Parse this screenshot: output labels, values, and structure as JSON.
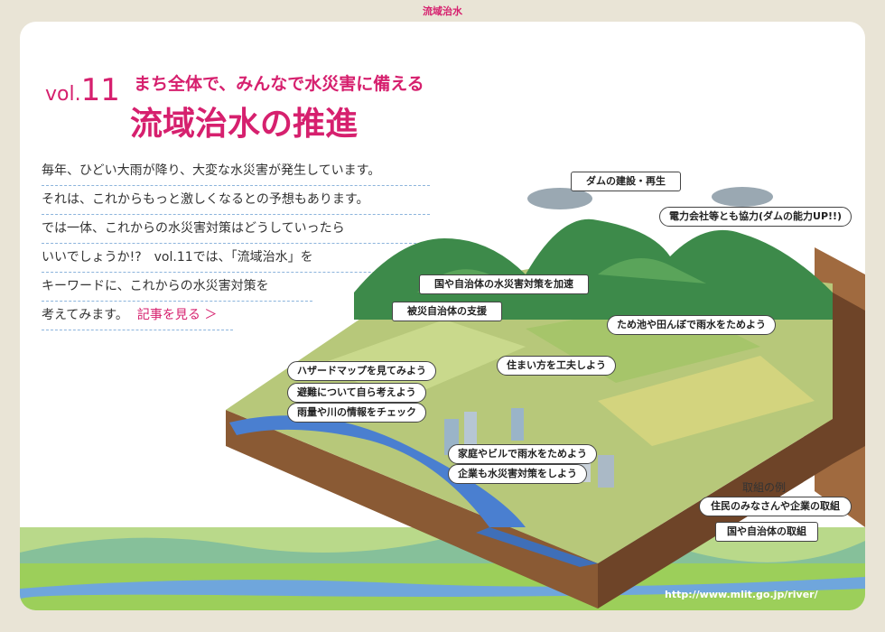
{
  "header_tab": "流域治水",
  "vol_prefix": "vol.",
  "vol_number": "11",
  "subtitle": "まち全体で、みんなで水災害に備える",
  "title": "流域治水の推進",
  "intro_lines": [
    "毎年、ひどい大雨が降り、大変な水災害が発生しています。",
    "それは、これからもっと激しくなるとの予想もあります。",
    "では一体、これからの水災害対策はどうしていったら",
    "いいでしょうか!?　vol.11では、「流域治水」を",
    "キーワードに、これからの水災害対策を",
    "考えてみます。"
  ],
  "more_link": "記事を見る ＞",
  "callouts": {
    "dam": "ダムの建設・再生",
    "power": "電力会社等とも協力(ダムの能力UP!!)",
    "govt": "国や自治体の水災害対策を加速",
    "support": "被災自治体の支援",
    "pond": "ため池や田んぼで雨水をためよう",
    "hazard": "ハザードマップを見てみよう",
    "live": "住まい方を工夫しよう",
    "evac": "避難について自ら考えよう",
    "info": "雨量や川の情報をチェック",
    "home": "家庭やビルで雨水をためよう",
    "company": "企業も水災害対策をしよう"
  },
  "legend": {
    "title": "取組の例",
    "residents": "住民のみなさんや企業の取組",
    "govt": "国や自治体の取組"
  },
  "url": "http://www.mlit.go.jp/river/",
  "colors": {
    "accent": "#d6206e",
    "background": "#e9e4d6",
    "soil": "#8a5a34",
    "river": "#4a7fd0",
    "mountain": "#3d8a4a"
  }
}
